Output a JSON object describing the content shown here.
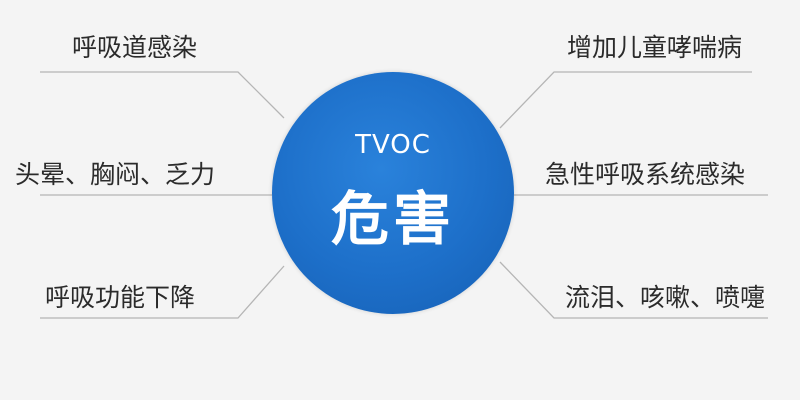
{
  "center": {
    "subtitle": "TVOC",
    "title": "危害"
  },
  "left_items": [
    {
      "label": "呼吸道感染"
    },
    {
      "label": "头晕、胸闷、乏力"
    },
    {
      "label": "呼吸功能下降"
    }
  ],
  "right_items": [
    {
      "label": "增加儿童哮喘病"
    },
    {
      "label": "急性呼吸系统感染"
    },
    {
      "label": "流泪、咳嗽、喷嚏"
    }
  ],
  "colors": {
    "circle": "#1d6fc9",
    "connector": "#b5b5b5",
    "background": "#f4f4f4",
    "text": "#2b2b2b"
  }
}
